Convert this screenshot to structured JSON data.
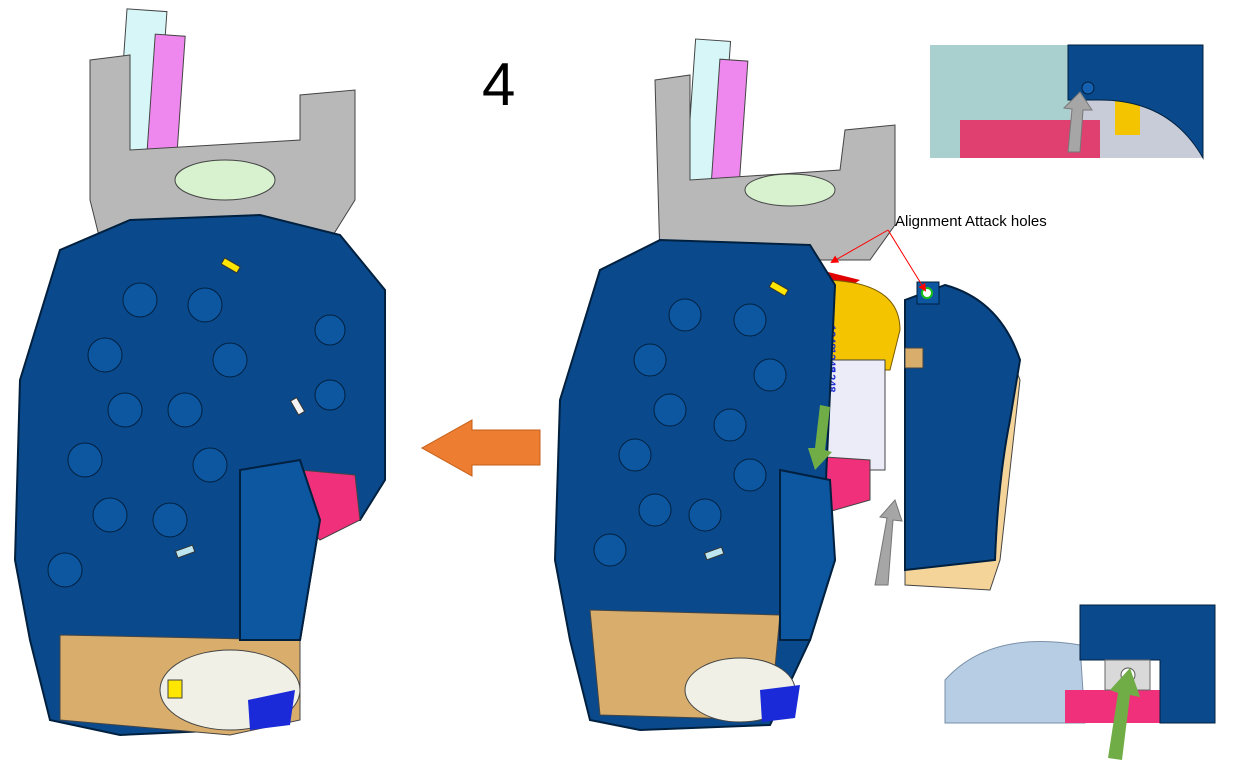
{
  "step_number": "4",
  "annotation": "Alignment Attack holes",
  "part_labels": [
    "1248",
    "1248",
    "1248"
  ],
  "colors": {
    "shell_blue": "#0a4a8c",
    "frame_gray": "#b8b8b8",
    "arrow_orange": "#ed7d31",
    "arrow_green": "#70ad47",
    "arrow_gray": "#a6a6a6",
    "leader_red": "#ff0000",
    "ring_yellow": "#f5c400",
    "pink": "#f0307a",
    "tan": "#d9ae6c"
  }
}
